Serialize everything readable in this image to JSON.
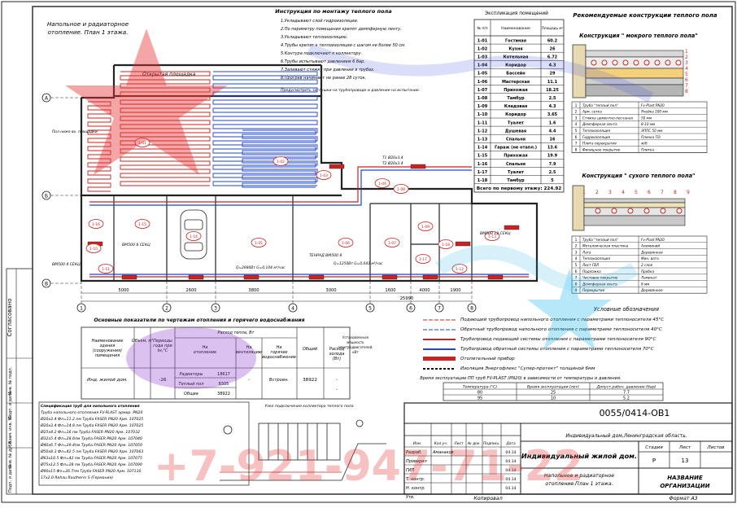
{
  "sheet": {
    "title_left": [
      "Напольное и радиаторное",
      "отопление. План 1 этажа."
    ],
    "instruction": {
      "title": "Инструкция по монтажу теплого пола",
      "lines": [
        "1.Укладывают слой гидроизоляции.",
        "2.По периметру помещения крепят демпферную ленту.",
        "3.Укладывают теплоизоляцию.",
        "4.Трубы крепят к теплоизоляции с шагом не более 50 см.",
        "5.Контура подключают к коллектору.",
        "6.Трубы испытывают давлением 6 бар.",
        "7.Заливают стяжку при давлении в трубах.",
        "8.Прогрев начинают не ранее 28 суток."
      ],
      "footer": "Предусмотреть заглушки на трубопроводе и давление на испытание."
    },
    "drawing_number": "0055/0414-ОВ1",
    "format": "Формат А3",
    "copied": "Копировал",
    "vertical_label": "Согласовано"
  },
  "explication": {
    "title": "Экспликация помещений",
    "headers": [
      "№ п/п",
      "Наименование",
      "Площадь м²"
    ],
    "rows": [
      [
        "1-01",
        "Гостиная",
        "60.2"
      ],
      [
        "1-02",
        "Кухня",
        "26"
      ],
      [
        "1-03",
        "Котельная",
        "6.72"
      ],
      [
        "1-04",
        "Коридор",
        "4.3"
      ],
      [
        "1-05",
        "Бассейн",
        "29"
      ],
      [
        "1-06",
        "Мастерская",
        "11.1"
      ],
      [
        "1-07",
        "Прихожая",
        "18.25"
      ],
      [
        "1-08",
        "Тамбур",
        "2.5"
      ],
      [
        "1-09",
        "Кладовая",
        "4.3"
      ],
      [
        "1-10",
        "Коридор",
        "3.65"
      ],
      [
        "1-11",
        "Туалет",
        "1.6"
      ],
      [
        "1-12",
        "Душевая",
        "4.4"
      ],
      [
        "1-13",
        "Спальня",
        "16"
      ],
      [
        "1-14",
        "Гараж (не отапл.)",
        "13.6"
      ],
      [
        "1-15",
        "Прихожая",
        "19.9"
      ],
      [
        "1-16",
        "Спальня",
        "7.9"
      ],
      [
        "1-17",
        "Туалет",
        "2.5"
      ],
      [
        "1-18",
        "Тамбур",
        "5"
      ]
    ],
    "total": "Всего по первому этажу: 224.92"
  },
  "constructions": {
    "title": "Рекомендуемые конструкции теплого пола",
    "wet": {
      "title": "Конструкция \" мокрого теплого пола\"",
      "legend": [
        [
          "1",
          "Труба \"теплый пол\"",
          "Fv-Plast PN20"
        ],
        [
          "2",
          "Арм. сетка",
          "Ячейка 100 мм"
        ],
        [
          "3",
          "Стяжка цементно-песчаная",
          "50 мм"
        ],
        [
          "4",
          "Демпферная лента",
          "8-10 мм"
        ],
        [
          "5",
          "Теплоизоляция",
          "ЭППС 50 мм"
        ],
        [
          "6",
          "Гидроизоляция",
          "Пленка ПЭ"
        ],
        [
          "7",
          "Плита перекрытия",
          "ж/б"
        ],
        [
          "8",
          "Финишное покрытие",
          "Плитка"
        ]
      ]
    },
    "dry": {
      "title": "Конструкция \" сухого теплого пола\"",
      "legend": [
        [
          "1",
          "Труба \"теплый пол\"",
          "Fv-Plast PN20"
        ],
        [
          "2",
          "Металлическая пластина",
          "Алюминий"
        ],
        [
          "3",
          "Лага",
          "Деревянная"
        ],
        [
          "4",
          "Теплоизоляция",
          "Мин. вата"
        ],
        [
          "5",
          "Лист ГВЛ",
          "2 слоя"
        ],
        [
          "6",
          "Подложка",
          "Пробка"
        ],
        [
          "7",
          "Чистовое покрытие",
          "Ламинат"
        ],
        [
          "8",
          "Демпферная лента",
          "8 мм"
        ],
        [
          "9",
          "Перекрытие",
          "Деревянное"
        ]
      ]
    }
  },
  "legend": {
    "title": "Условные обозначения",
    "items": [
      {
        "text": "Подающий трубопровод напольного отопления с параметрами теплоносителя 45°С",
        "color": "#cc2222"
      },
      {
        "text": "Обратный трубопровод напольного отопления с параметрами теплоносителя 40°С",
        "color": "#2244cc"
      },
      {
        "text": "Трубопровод подающий системы отопления с параметрами теплоносителя 90°С",
        "color": "#cc2222"
      },
      {
        "text": "Трубопровод обратный системы отопления с параметрами теплоносителя 70°С",
        "color": "#2244cc"
      },
      {
        "text": "Отопительный прибор",
        "color": "#cc2222"
      },
      {
        "text": "Изоляция Энергофлекс \"Супер-протект\" толщиной 6мм",
        "color": "#111111"
      }
    ],
    "note": "Время эксплуатации ПП труб FV-PLAST (PN20) в зависимости от температуры и давления.",
    "table_headers": [
      "Температура (°С)",
      "Время эксплуатации (лет)",
      "Допуст.рабоч. давление (бар)"
    ],
    "table_rows": [
      [
        "80",
        "25",
        "7.7"
      ],
      [
        "95",
        "10",
        "5.2"
      ]
    ]
  },
  "main_table": {
    "title": "Основные показатели по чертежам отопления и горячего водоснабжения",
    "headers": [
      "Наименование здания (сооружения) помещения",
      "Объем, м³",
      "Периоды года при tн,°С",
      "Расход тепла, Вт",
      "На отопление",
      "На вентиляцию",
      "На горячее водоснабжение",
      "Общий",
      "Расход холода (Вт)",
      "Установленная мощность электродвигателей, кВт"
    ],
    "row_name": "Инд. жилой дом.",
    "period": "-26",
    "sub_rows": [
      [
        "Радиаторы",
        "18617"
      ],
      [
        "Теплый пол",
        "8305"
      ],
      [
        "Общее",
        "38922"
      ]
    ],
    "vent": "-",
    "hotwater": "Встроен.",
    "total": "38922",
    "cold": "-",
    "motors": "-"
  },
  "spec": {
    "title": "Спецификация труб для напольного отопления",
    "lines": [
      "Труба напольного отопления FV-PLAST армир. PN20",
      "Ø20х3.4 Фл=11.2 пм Труба FASER PN20 Арм. 107025",
      "Ø20х3.4 Фл=14.8 пм Труба FASER PN20 Арм. 107025",
      "Ø25х4.2 Фл=16 пм Труба FASER PN20 Арм. 107032",
      "Ø32х5.4 Фл=28.6пм Труба FASER PN20 Арм. 107040",
      "Ø40х6.7 Фл=29.4пм Труба FASER PN20 Арм. 107050",
      "Ø50х8.3 Фл=42.5 пм Труба FASER PN20 Арм. 107063",
      "Ø63х10.5 Фл=42 пм Труба FASER PN20 Арм. 107075",
      "Ø75х12.5 Фл=28 пм Труба FASER PN20 Арм. 107090",
      "Ø90х15 Фл=26.7пм Труба FASER PN20 Арм. 107110",
      "17х2.0 Rehau Rautherm S (Германия)"
    ]
  },
  "detail_title": "Узел подключения коллектора теплого пола",
  "titleblock": {
    "org_line": "Индивидуальный дом,Ленинградская область.",
    "object": "Индивидуальный жилой дом.",
    "sheet_title": [
      "Напольное и радиаторное",
      "отопление.План 1 этажа."
    ],
    "stage_h": "Стадия",
    "stage": "Р",
    "sheet_h": "Лист",
    "sheet": "13",
    "sheets_h": "Листов",
    "sheets": "",
    "org": [
      "НАЗВАНИЕ",
      "ОРГАНИЗАЦИИ"
    ],
    "cols": [
      "Изм.",
      "Кол.уч.",
      "Лист",
      "№ док.",
      "Подпись",
      "Дата"
    ],
    "people": [
      [
        "Разраб.",
        "Аманаков",
        "04.14"
      ],
      [
        "Проверил",
        "",
        "04.14"
      ],
      [
        "ГИП",
        "",
        "04.14"
      ],
      [
        "Т. контр.",
        "",
        "04.14"
      ],
      [
        "Н. контр.",
        "",
        "04.14"
      ],
      [
        "Утв.",
        "",
        ""
      ]
    ],
    "left_labels": [
      "Инв. № подл.",
      "Подп. и дата",
      "Взам. инв. №",
      "Инв. № дубл.",
      "Подп. и дата"
    ]
  },
  "plan": {
    "axes_letters": [
      "А",
      "Б",
      "В"
    ],
    "axes_numbers": [
      "1",
      "2",
      "3",
      "4",
      "5",
      "6",
      "7",
      "8"
    ],
    "dims": [
      "5000",
      "2600",
      "3800",
      "3000",
      "1600",
      "4000",
      "1900",
      "25990"
    ],
    "rooms": [
      "1-01",
      "1-02",
      "1-03",
      "1-04",
      "1-05",
      "1-06",
      "1-07",
      "1-08",
      "1-09",
      "1-10",
      "1-11",
      "1-12",
      "1-13",
      "1-14",
      "1-15",
      "1-16",
      "1-17",
      "1-18"
    ],
    "labels": [
      "Открытая площадка",
      "Пол ниже вх. площадки",
      "ВМ500 8 СЕКЦ",
      "ВМ500 4 СЕКЦ",
      "ВМ500 12 СЕКЦ",
      "ТЕНРАД ВМ500 8",
      "Т1 Ø20х3.4",
      "Т2 Ø20х3.4",
      "Q=1250Вт G=0.043 м³/час",
      "Q=2980Вт G=0.104 м³/час"
    ]
  },
  "watermark": "+7-921-947-71-22"
}
